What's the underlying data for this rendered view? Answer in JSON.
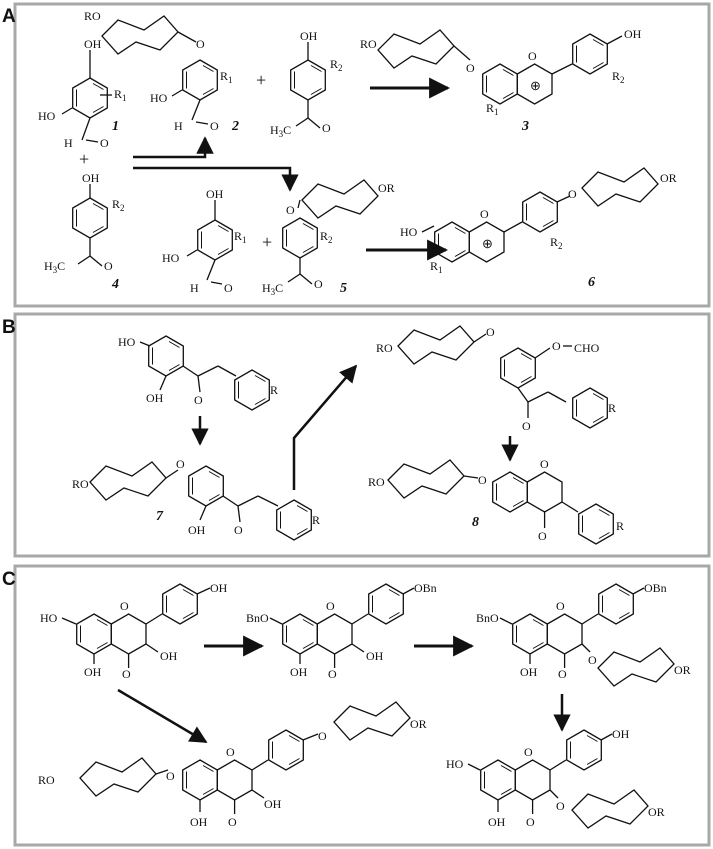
{
  "panels": [
    {
      "label": "A"
    },
    {
      "label": "B"
    },
    {
      "label": "C"
    }
  ],
  "text": {
    "RO": "RO",
    "OR": "OR",
    "OH": "OH",
    "HO": "HO",
    "H": "H",
    "O": "O",
    "R": "R",
    "R1": "R",
    "R1_sub": "1",
    "R2": "R",
    "R2_sub": "2",
    "H3C": "H",
    "H3C_sub": "3",
    "H3C_C": "C",
    "OBn": "OBn",
    "BnO": "BnO",
    "CHO_O": "O",
    "CHO": "CHO",
    "plus": "+",
    "oplus": "⊕"
  },
  "compounds": [
    "1",
    "2",
    "3",
    "4",
    "5",
    "6",
    "7",
    "8"
  ]
}
